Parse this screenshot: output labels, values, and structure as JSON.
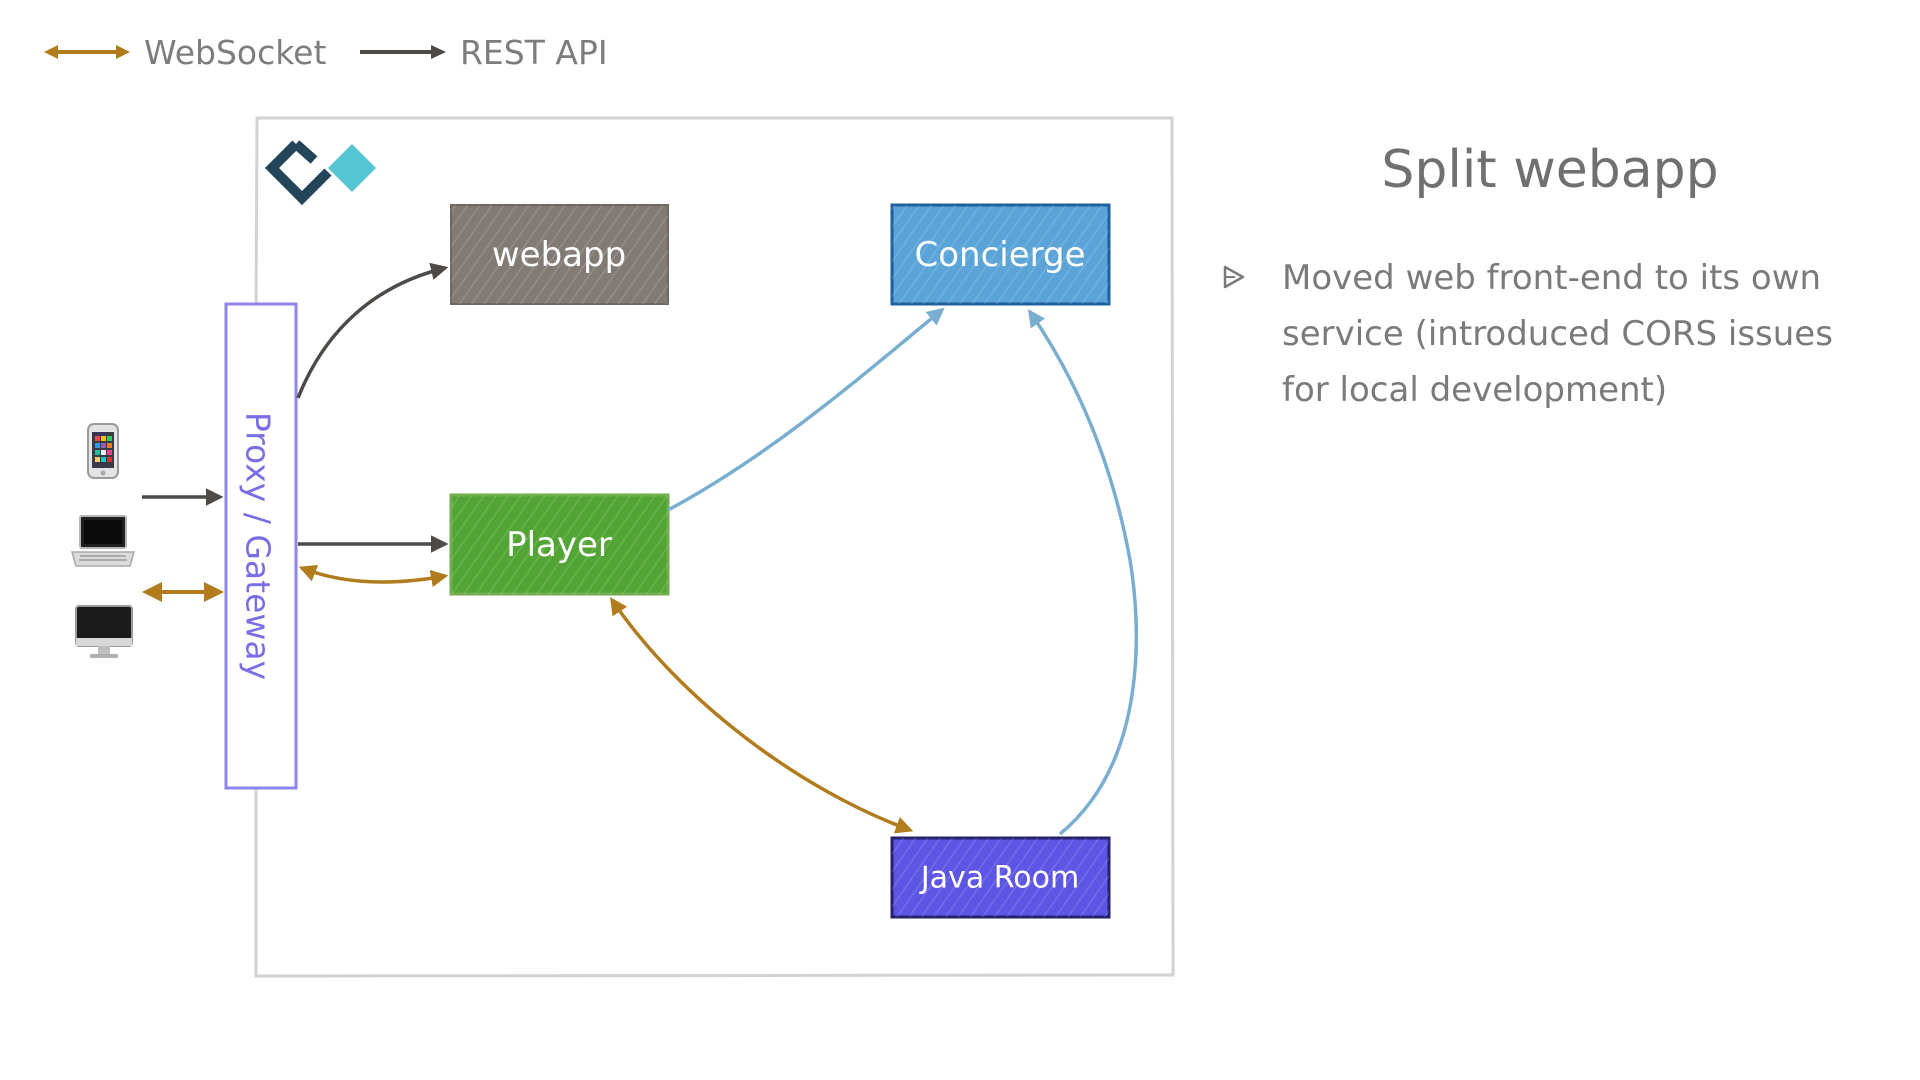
{
  "legend": {
    "websocket_label": "WebSocket",
    "rest_label": "REST API"
  },
  "colors": {
    "websocket": "#b07c1e",
    "rest": "#4d4a47",
    "concierge_link": "#7aaed0",
    "webapp_node": "#817b73",
    "concierge_node": "#5aa4d8",
    "player_node": "#52a434",
    "javaroom_node": "#5d55e4",
    "proxy_border": "#8e85ee",
    "logo_dark": "#24445a",
    "logo_light": "#55c4d3"
  },
  "diagram": {
    "proxy_label": "Proxy / Gateway",
    "nodes": {
      "webapp": "webapp",
      "concierge": "Concierge",
      "player": "Player",
      "java_room": "Java Room"
    },
    "clients": [
      "phone-icon",
      "laptop-icon",
      "desktop-icon"
    ]
  },
  "slide": {
    "title": "Split webapp",
    "bullets": [
      "Moved web front-end to its own service (introduced CORS issues for local development)"
    ]
  }
}
